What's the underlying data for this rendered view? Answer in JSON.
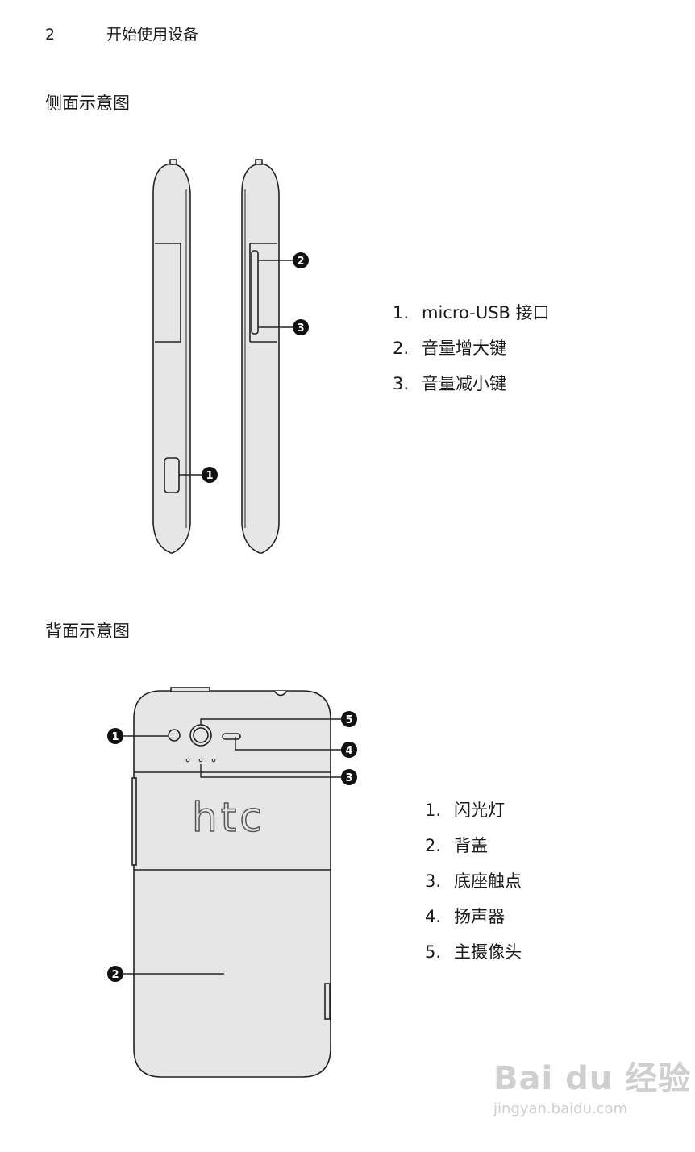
{
  "header": {
    "page_number": "2",
    "chapter": "开始使用设备"
  },
  "side_view": {
    "title": "侧面示意图",
    "items": [
      {
        "num": "1.",
        "label": "micro-USB 接口"
      },
      {
        "num": "2.",
        "label": "音量增大键"
      },
      {
        "num": "3.",
        "label": "音量减小键"
      }
    ],
    "callouts": [
      "1",
      "2",
      "3"
    ]
  },
  "back_view": {
    "title": "背面示意图",
    "logo": "htc",
    "items": [
      {
        "num": "1.",
        "label": "闪光灯"
      },
      {
        "num": "2.",
        "label": "背盖"
      },
      {
        "num": "3.",
        "label": "底座触点"
      },
      {
        "num": "4.",
        "label": "扬声器"
      },
      {
        "num": "5.",
        "label": "主摄像头"
      }
    ],
    "callouts": [
      "1",
      "2",
      "3",
      "4",
      "5"
    ]
  },
  "watermark": {
    "brand": "Bai du 经验",
    "url": "jingyan.baidu.com"
  }
}
